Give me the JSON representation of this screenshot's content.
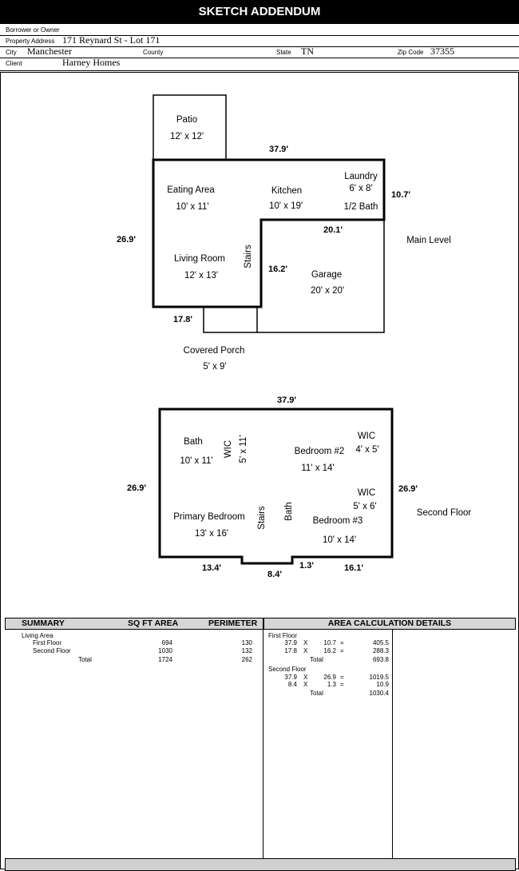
{
  "title": "SKETCH ADDENDUM",
  "header": {
    "borrower_label": "Borrower or Owner",
    "borrower_value": "",
    "address_label": "Property Address",
    "address_value": "171 Reynard St - Lot 171",
    "city_label": "City",
    "city_value": "Manchester",
    "county_label": "County",
    "county_value": "",
    "state_label": "State",
    "state_value": "TN",
    "zip_label": "Zip Code",
    "zip_value": "37355",
    "client_label": "Client",
    "client_value": "Harney Homes"
  },
  "main_level": {
    "label": "Main Level",
    "patio_name": "Patio",
    "patio_size": "12' x 12'",
    "eating_name": "Eating Area",
    "eating_size": "10' x 11'",
    "kitchen_name": "Kitchen",
    "kitchen_size": "10' x 19'",
    "laundry_name": "Laundry",
    "laundry_size": "6' x 8'",
    "half_bath": "1/2 Bath",
    "living_name": "Living Room",
    "living_size": "12' x 13'",
    "stairs": "Stairs",
    "garage_name": "Garage",
    "garage_size": "20' x 20'",
    "porch_name": "Covered Porch",
    "porch_size": "5' x 9'",
    "dim_top": "37.9'",
    "dim_right": "10.7'",
    "dim_left": "26.9'",
    "dim_garage_top": "20.1'",
    "dim_garage_left": "16.2'",
    "dim_bottom": "17.8'"
  },
  "second_floor": {
    "label": "Second Floor",
    "bath_name": "Bath",
    "bath_size": "10' x 11'",
    "wic1_name": "WIC",
    "wic1_size": "5' x 11'",
    "bed2_name": "Bedroom #2",
    "bed2_size": "11' x 14'",
    "wic2_name": "WIC",
    "wic2_size": "4' x 5'",
    "primary_name": "Primary Bedroom",
    "primary_size": "13' x 16'",
    "stairs": "Stairs",
    "bath2_name": "Bath",
    "wic3_name": "WIC",
    "wic3_size": "5' x 6'",
    "bed3_name": "Bedroom #3",
    "bed3_size": "10' x 14'",
    "dim_top": "37.9'",
    "dim_left": "26.9'",
    "dim_right": "26.9'",
    "dim_b1": "13.4'",
    "dim_b2": "8.4'",
    "dim_b3": "1.3'",
    "dim_b4": "16.1'"
  },
  "summary": {
    "headers": {
      "summary": "SUMMARY",
      "sqft": "SQ FT AREA",
      "perimeter": "PERIMETER",
      "details": "AREA CALCULATION DETAILS"
    },
    "living_area": "Living Area",
    "rows": [
      {
        "name": "First Floor",
        "sqft": "694",
        "perimeter": "130"
      },
      {
        "name": "Second Floor",
        "sqft": "1030",
        "perimeter": "132"
      }
    ],
    "total": {
      "name": "Total",
      "sqft": "1724",
      "perimeter": "262"
    }
  },
  "details": {
    "first_floor": {
      "title": "First Floor",
      "lines": [
        {
          "a": "37.9",
          "op": "X",
          "b": "10.7",
          "eq": "=",
          "result": "405.5"
        },
        {
          "a": "17.8",
          "op": "X",
          "b": "16.2",
          "eq": "=",
          "result": "288.3"
        }
      ],
      "total_label": "Total",
      "total": "693.8"
    },
    "second_floor": {
      "title": "Second Floor",
      "lines": [
        {
          "a": "37.9",
          "op": "X",
          "b": "26.9",
          "eq": "=",
          "result": "1019.5"
        },
        {
          "a": "8.4",
          "op": "X",
          "b": "1.3",
          "eq": "=",
          "result": "10.9"
        }
      ],
      "total_label": "Total",
      "total": "1030.4"
    }
  }
}
